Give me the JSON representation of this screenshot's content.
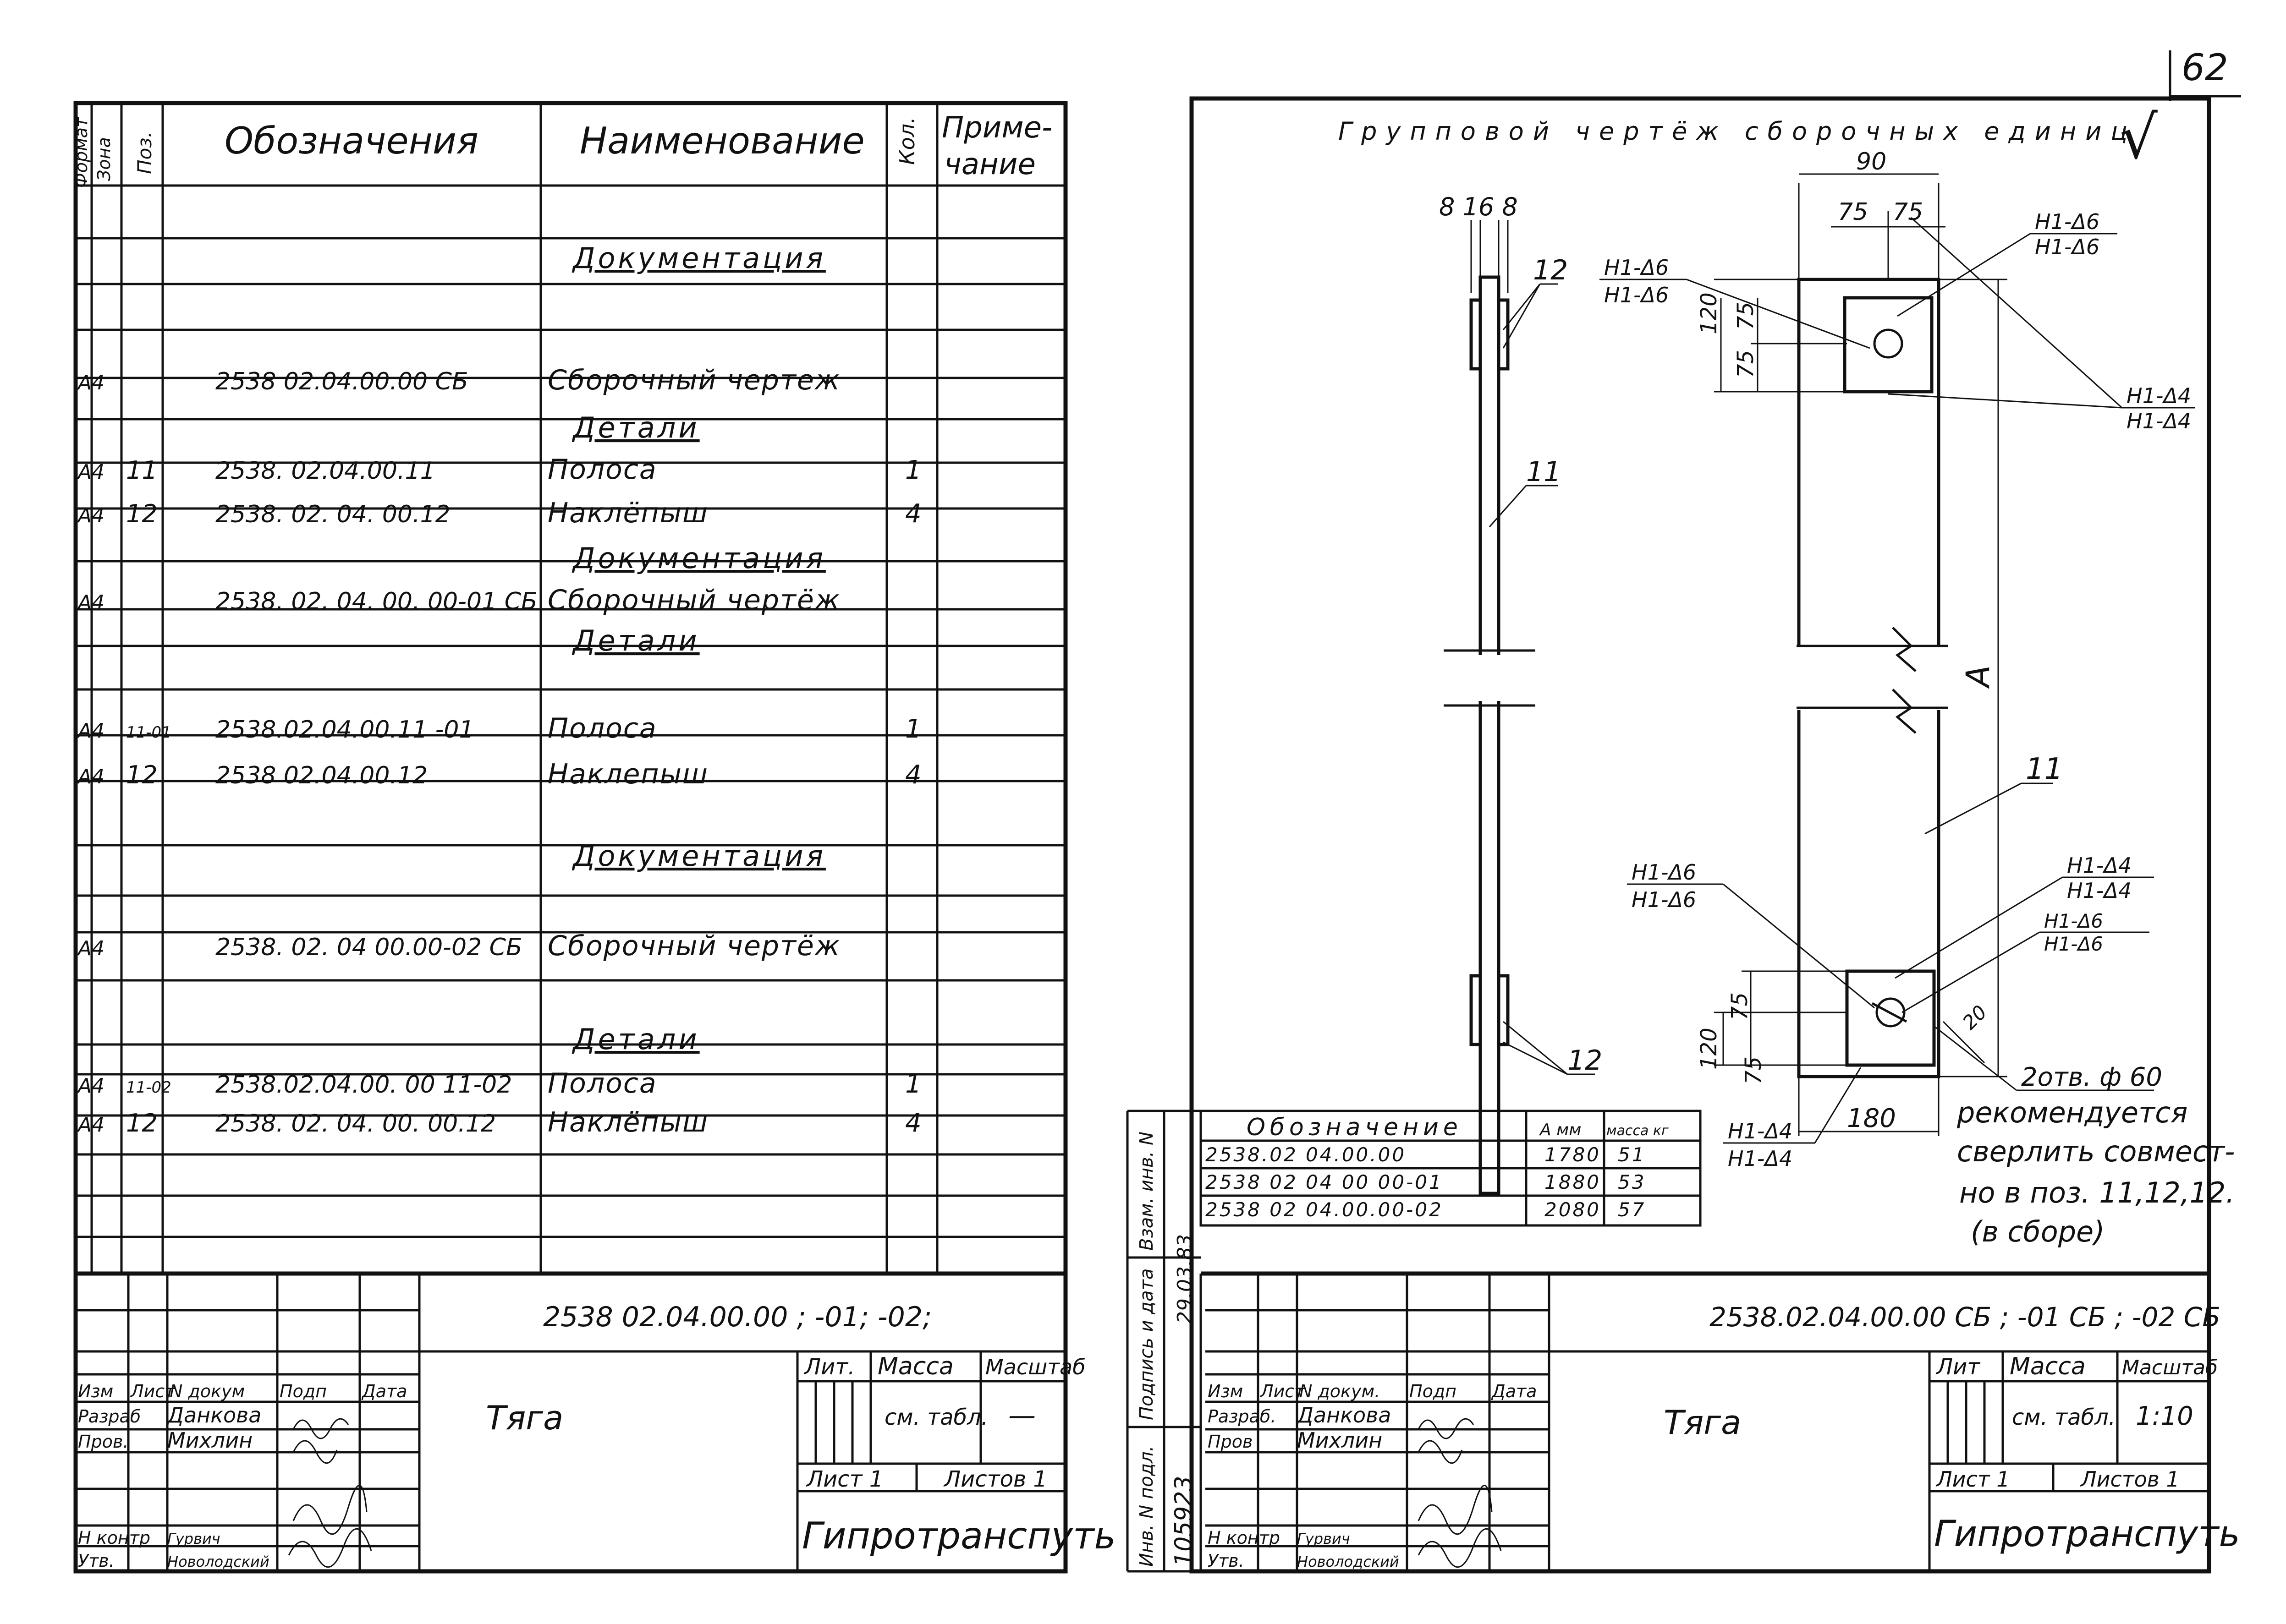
{
  "page_number": "62",
  "left": {
    "headers": {
      "format": "Формат",
      "zone": "Зона",
      "pos": "Поз.",
      "designation": "Обозначения",
      "name": "Наименование",
      "qty": "Кол.",
      "note_1": "Приме-",
      "note_2": "чание"
    },
    "rows": [
      {
        "format": "",
        "pos": "",
        "designation": "",
        "name": "Документация",
        "qty": ""
      },
      {
        "format": "A4",
        "pos": "",
        "designation": "2538 02.04.00.00 СБ",
        "name": "Сборочный чертеж",
        "qty": ""
      },
      {
        "format": "",
        "pos": "",
        "designation": "",
        "name": "Детали",
        "qty": ""
      },
      {
        "format": "A4",
        "pos": "11",
        "designation": "2538. 02.04.00.11",
        "name": "Полоса",
        "qty": "1"
      },
      {
        "format": "A4",
        "pos": "12",
        "designation": "2538. 02. 04. 00.12",
        "name": "Наклёпыш",
        "qty": "4"
      },
      {
        "format": "",
        "pos": "",
        "designation": "",
        "name": "Документация",
        "qty": ""
      },
      {
        "format": "A4",
        "pos": "",
        "designation": "2538. 02. 04. 00. 00-01 СБ",
        "name": "Сборочный чертёж",
        "qty": ""
      },
      {
        "format": "",
        "pos": "",
        "designation": "",
        "name": "Детали",
        "qty": ""
      },
      {
        "format": "A4",
        "pos": "11-01",
        "designation": "2538.02.04.00.11 -01",
        "name": "Полоса",
        "qty": "1"
      },
      {
        "format": "A4",
        "pos": "12",
        "designation": "2538 02.04.00.12",
        "name": "Наклепыш",
        "qty": "4"
      },
      {
        "format": "",
        "pos": "",
        "designation": "",
        "name": "Документация",
        "qty": ""
      },
      {
        "format": "A4",
        "pos": "",
        "designation": "2538. 02. 04 00.00-02 СБ",
        "name": "Сборочный чертёж",
        "qty": ""
      },
      {
        "format": "",
        "pos": "",
        "designation": "",
        "name": "Детали",
        "qty": ""
      },
      {
        "format": "A4",
        "pos": "11-02",
        "designation": "2538.02.04.00. 00 11-02",
        "name": "Полоса",
        "qty": "1"
      },
      {
        "format": "A4",
        "pos": "12",
        "designation": "2538. 02. 04. 00. 00.12",
        "name": "Наклёпыш",
        "qty": "4"
      }
    ],
    "title_block": {
      "doc_code": "2538 02.04.00.00 ; -01; -02;",
      "title": "Тяга",
      "change_cols": [
        "Изм",
        "Лист",
        "N докум",
        "Подп",
        "Дата"
      ],
      "roles": [
        {
          "role": "Разраб",
          "name": "Данкова"
        },
        {
          "role": "Пров.",
          "name": "Михлин"
        },
        {
          "role": "Н контр",
          "name": "Гурвич"
        },
        {
          "role": "Утв.",
          "name": "Новолодский"
        }
      ],
      "lit": "Лит.",
      "mass": "Масса",
      "scale": "Масштаб",
      "mass_value": "см. табл.",
      "scale_value": "—",
      "sheet": "Лист 1",
      "sheets": "Листов 1",
      "org": "Гипротранспуть"
    }
  },
  "right": {
    "header": "Групповой чертёж сборочных единиц",
    "check_mark": "√",
    "dims": {
      "top_width": "90",
      "half_a": "75",
      "half_b": "75",
      "plate_h": "120",
      "hole_a": "75",
      "hole_b": "75",
      "side_dims": "8 16 8",
      "A": "A",
      "bottom_width": "180",
      "bot_plate_h": "120",
      "bot_hole_a": "75",
      "bot_hole_b": "75",
      "chamfer": "20"
    },
    "weld_marks": {
      "h6": "Н1-Δ6",
      "h4": "Н1-Δ4"
    },
    "callouts": {
      "p12": "12",
      "p11": "11"
    },
    "note": {
      "line1": "2отв. ф 60",
      "line2": "рекомендуется",
      "line3": "сверлить совмест-",
      "line4": "но в поз. 11,12,12.",
      "line5": "(в сборе)"
    },
    "table": {
      "headers": [
        "Обозначение",
        "А мм",
        "масса кг"
      ],
      "rows": [
        [
          "2538.02 04.00.00",
          "1780",
          "51"
        ],
        [
          "2538 02 04 00 00-01",
          "1880",
          "53"
        ],
        [
          "2538 02 04.00.00-02",
          "2080",
          "57"
        ]
      ]
    },
    "side_labels": {
      "inv_dupl": "Взам. инв. N",
      "sign_date": "Подпись и дата",
      "sign_date_value": "29.03.83",
      "inv_orig": "Инв. N подл.",
      "inv_value": "105923"
    },
    "title_block": {
      "doc_code": "2538.02.04.00.00 СБ ; -01 СБ ; -02 СБ",
      "title": "Тяга",
      "change_cols": [
        "Изм",
        "Лист",
        "N докум.",
        "Подп",
        "Дата"
      ],
      "roles": [
        {
          "role": "Разраб.",
          "name": "Данкова"
        },
        {
          "role": "Пров",
          "name": "Михлин"
        },
        {
          "role": "Н контр",
          "name": "Гурвич"
        },
        {
          "role": "Утв.",
          "name": "Новолодский"
        }
      ],
      "lit": "Лит",
      "mass": "Масса",
      "scale": "Масштаб",
      "mass_value": "см. табл.",
      "scale_value": "1:10",
      "sheet": "Лист 1",
      "sheets": "Листов 1",
      "org": "Гипротранспуть"
    }
  }
}
